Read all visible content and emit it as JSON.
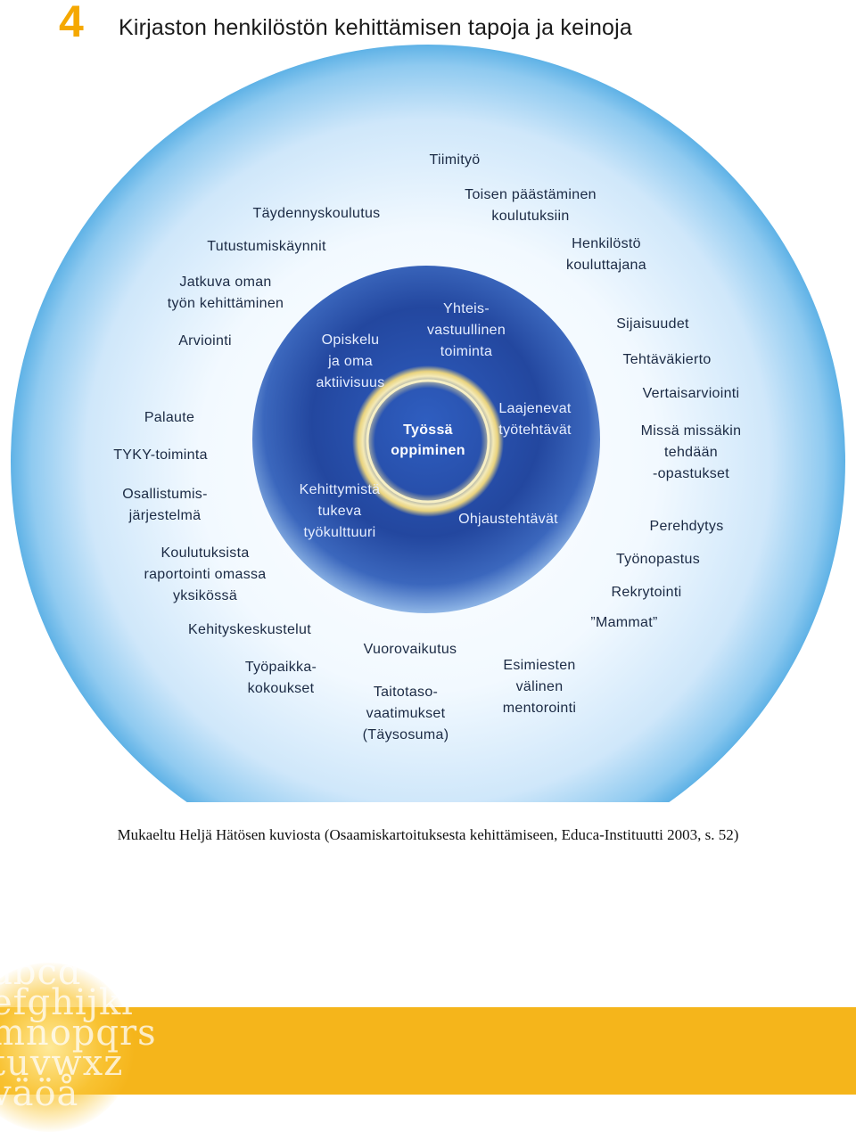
{
  "header": {
    "chapter_number": "4",
    "title": "Kirjaston henkilöstön kehittämisen tapoja ja keinoja"
  },
  "diagram": {
    "core": {
      "line1": "Työssä",
      "line2": "oppiminen"
    },
    "inner_ring": [
      "Opiskelu\nja oma\naktiivisuus",
      "Yhteis-\nvastuullinen\ntoiminta",
      "Laajenevat\ntyötehtävät",
      "Ohjaustehtävät",
      "Kehittymistä\ntukeva\ntyökulttuuri"
    ],
    "outer_top": [
      "Tiimityö",
      "Toisen päästäminen\nkoulutuksiin",
      "Henkilöstö\nkouluttajana",
      "Täydennyskoulutus",
      "Tutustumiskäynnit"
    ],
    "outer_left": [
      "Jatkuva oman\ntyön kehittäminen",
      "Arviointi",
      "Palaute",
      "TYKY-toiminta",
      "Osallistumis-\njärjestelmä",
      "Koulutuksista\nraportointi omassa\nyksikössä"
    ],
    "outer_right": [
      "Sijaisuudet",
      "Tehtäväkierto",
      "Vertaisarviointi",
      "Missä missäkin\ntehdään\n-opastukset",
      "Perehdytys",
      "Työnopastus",
      "Rekrytointi"
    ],
    "outer_bottom": [
      "Kehityskeskustelut",
      "Työpaikka-\nkokoukset",
      "Vuorovaikutus",
      "Taitotaso-\nvaatimukset\n(Täysosuma)",
      "”Mammat”",
      "Esimiesten\nvälinen\nmentorointi"
    ],
    "colors": {
      "outer_light": "#e9f4fd",
      "outer_mid": "#7ec3ee",
      "inner_dark": "#1f3f9a",
      "inner_mid": "#2d5cc0",
      "glow": "#ffe58a",
      "chapter_accent": "#f5a800"
    }
  },
  "caption": "Mukaeltu Heljä Hätösen kuviosta (Osaamiskartoituksesta kehittämiseen, Educa-Instituutti 2003, s. 52)",
  "footer": {
    "letters": "abcd\nefghijkl\nmnopqrs\ntuvwxz\nväöå"
  }
}
